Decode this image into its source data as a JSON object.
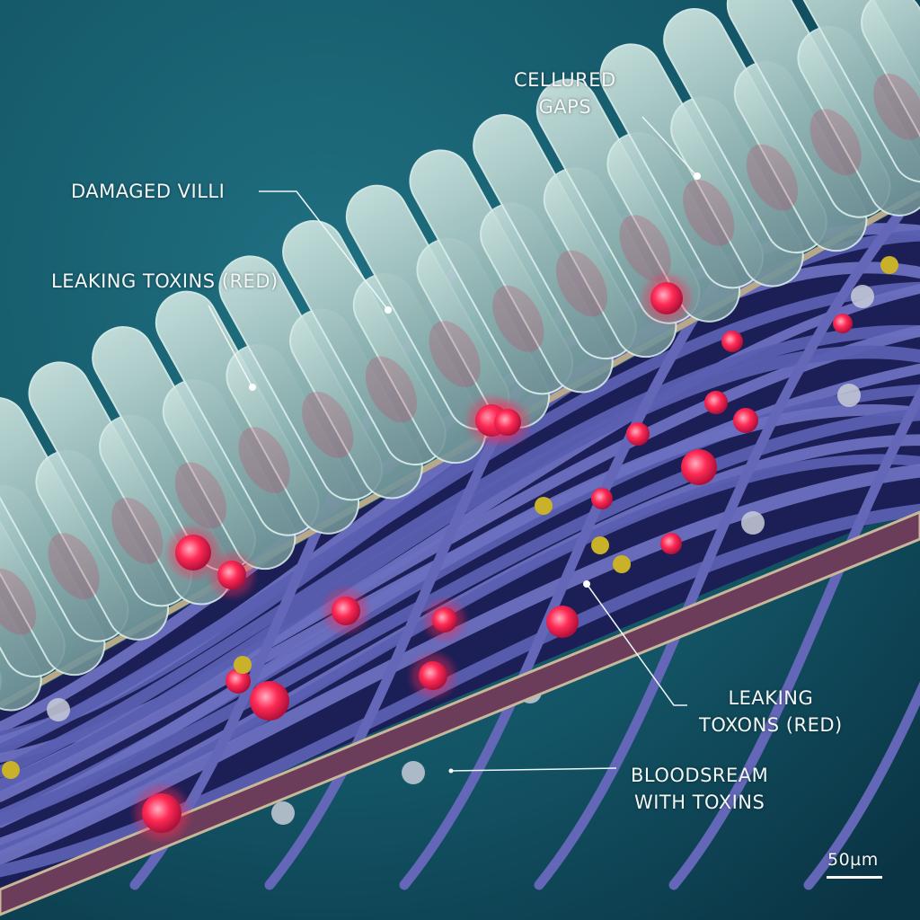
{
  "labels": {
    "cellured_gaps": [
      "CELLURED",
      "GAPS"
    ],
    "damaged_villi": "DAMAGED VILLI",
    "leaking_toxins": "LEAKING TOXINS (RED)",
    "leaking_toxons": [
      "LEAKING",
      "TOXONS (RED)"
    ],
    "bloodstream": [
      "BLOODSREAM",
      "WITH TOXINS"
    ]
  },
  "scale_bar": "50µm",
  "colors": {
    "background": "#165a6a",
    "cells": "#a9c9c6",
    "fibers": "#5a5fb0",
    "toxins": "#ff2a55",
    "particles_yellow": "#c9b22a",
    "membrane": "#b8a88a"
  }
}
